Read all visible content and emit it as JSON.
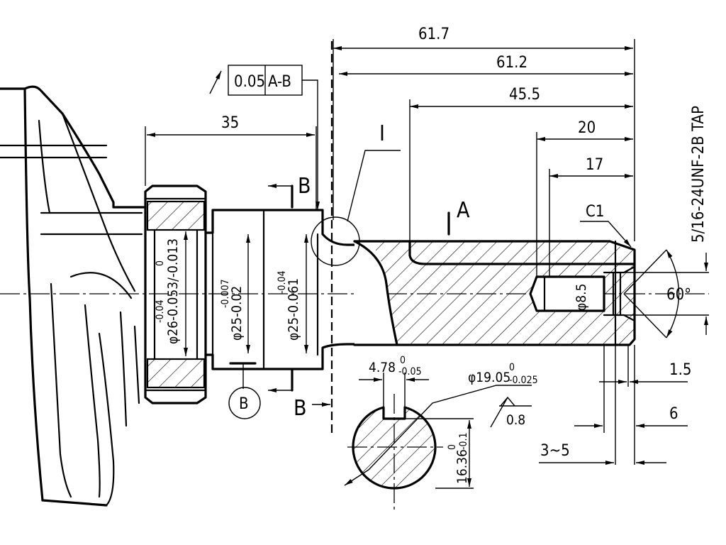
{
  "dimensions": {
    "d61_7": "61.7",
    "d61_2": "61.2",
    "d45_5": "45.5",
    "d35": "35",
    "d20": "20",
    "d17": "17",
    "d1_5": "1.5",
    "d6": "6",
    "d3_5": "3~5",
    "angle": "60°",
    "chamfer": "C1",
    "thread": "5/16-24UNF-2B TAP",
    "hole": "φ8.5"
  },
  "tolerance_frame": {
    "value": "0.05",
    "datum": "A-B"
  },
  "labels": {
    "section_b": "B",
    "section_a": "A",
    "detail_i": "I",
    "datum_b": "B"
  },
  "diameters": {
    "d26": {
      "base": "φ26-0.053/-0.013",
      "upper": "0",
      "lower": "-0.04"
    },
    "d25a": {
      "base": "φ25-0.02",
      "upper": "-0.007",
      "lower": ""
    },
    "d25b": {
      "base": "φ25-0.061",
      "upper": "-0.04",
      "lower": ""
    }
  },
  "keyway": {
    "width": "4.78",
    "width_upper": "0",
    "width_lower": "-0.05",
    "shaft_dia": "φ19.05",
    "shaft_upper": "0",
    "shaft_lower": "-0.025",
    "depth": "16.36",
    "depth_upper": "0",
    "depth_lower": "-0.1",
    "roughness": "0.8"
  }
}
